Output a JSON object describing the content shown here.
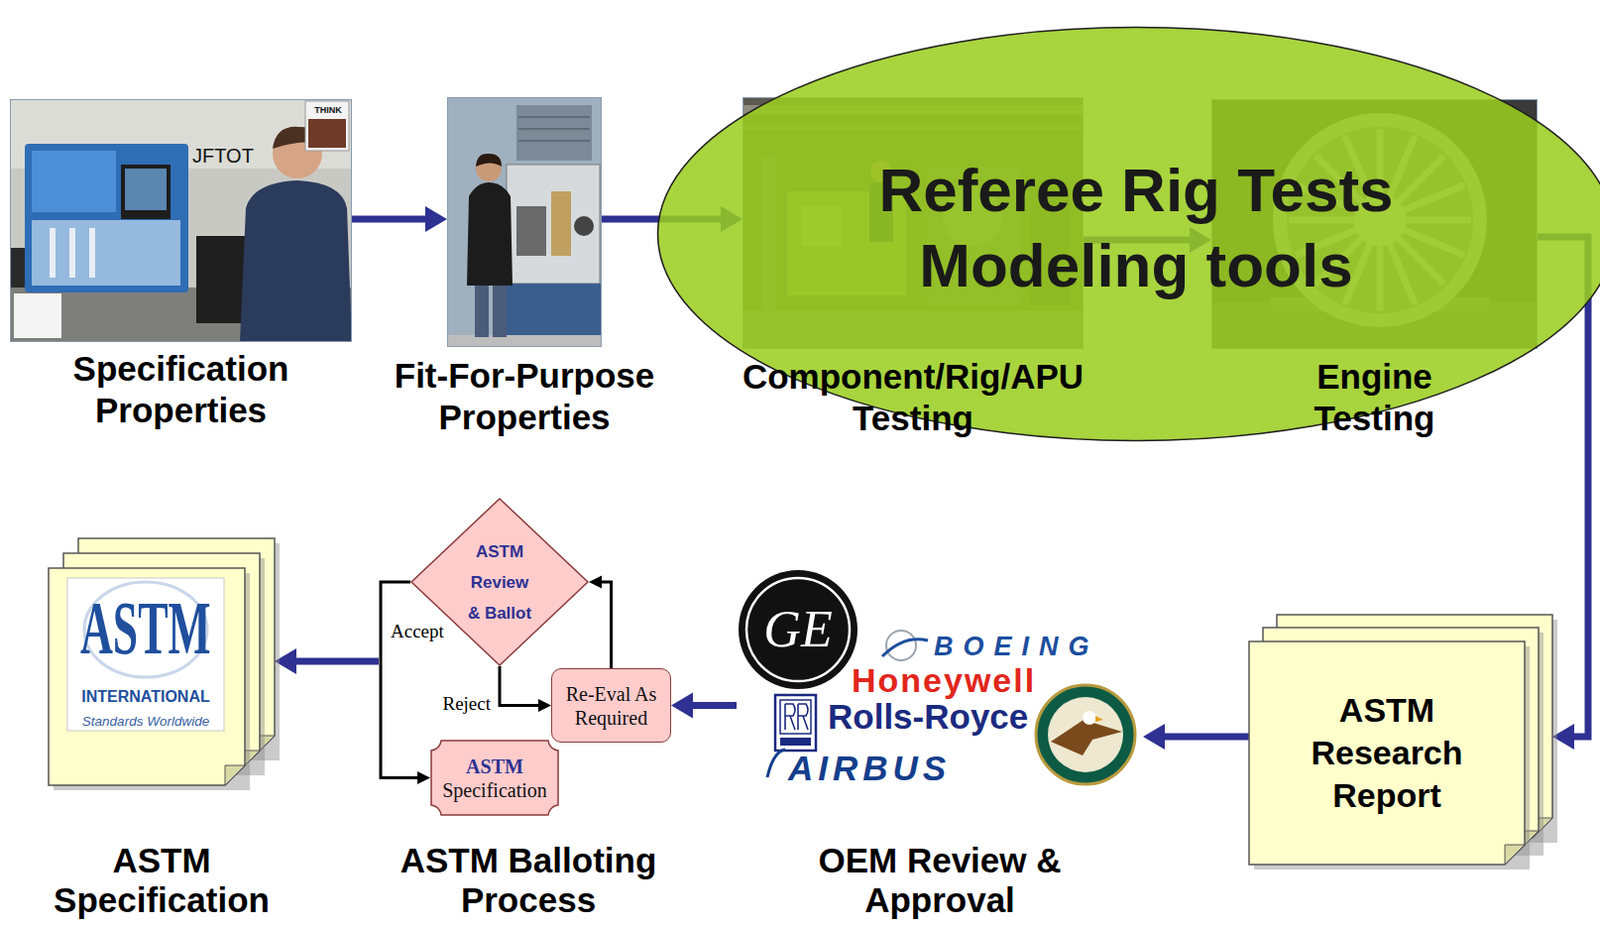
{
  "diagram": {
    "nodes": [
      {
        "text": [
          "JFTOT",
          "THINK",
          "Specification Properties"
        ]
      },
      {
        "text": [
          "Fit-For-Purpose Properties"
        ]
      },
      {
        "text": [
          "Component/Rig/APU Testing"
        ]
      },
      {
        "text": [
          "Engine Testing"
        ]
      },
      {
        "text": [
          "Referee Rig Tests",
          "Modeling tools"
        ]
      },
      {
        "text": [
          "ASTM Research Report"
        ]
      },
      {
        "text": [
          "GE",
          "BOEING",
          "Honeywell",
          "Rolls-Royce",
          "AIRBUS",
          "OEM Review & Approval"
        ]
      },
      {
        "text": [
          "ASTM Balloting Process"
        ]
      },
      {
        "text": [
          "ASTM Review & Ballot"
        ],
        "in": 7
      },
      {
        "text": [
          "Re-Eval As Required"
        ],
        "in": 7
      },
      {
        "text": [
          "ASTM",
          "Specification"
        ],
        "in": 7
      },
      {
        "text": [
          "ASTM",
          "INTERNATIONAL",
          "Standards Worldwide",
          "ASTM Specification"
        ]
      }
    ],
    "edges": [
      {
        "from": 0,
        "to": 1,
        "arrow": "to"
      },
      {
        "from": 1,
        "to": 2,
        "arrow": "to"
      },
      {
        "from": 2,
        "to": 3,
        "arrow": "to"
      },
      {
        "from": 3,
        "to": 5,
        "arrow": "to"
      },
      {
        "from": 5,
        "to": 6,
        "arrow": "to"
      },
      {
        "from": 6,
        "to": 9,
        "arrow": "to"
      },
      {
        "from": 8,
        "to": 10,
        "label": "Accept",
        "arrow": "to"
      },
      {
        "from": 8,
        "to": 9,
        "label": "Reject",
        "arrow": "to"
      },
      {
        "from": 9,
        "to": 8,
        "arrow": "to"
      },
      {
        "from": 7,
        "to": 11,
        "arrow": "to"
      }
    ]
  }
}
